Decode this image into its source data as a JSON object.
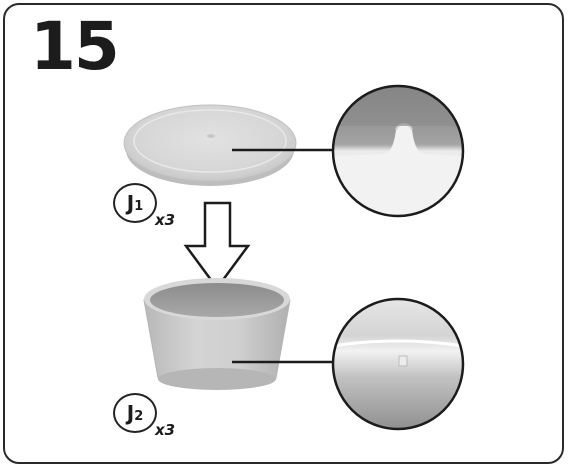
{
  "step": {
    "number": "15"
  },
  "parts": [
    {
      "letter": "J",
      "subscript": "1",
      "quantity": "x3",
      "part": "lid"
    },
    {
      "letter": "J",
      "subscript": "2",
      "quantity": "x3",
      "part": "bowl"
    }
  ],
  "colors": {
    "border": "#2a2a2a",
    "part_gray": "#cfcfcf",
    "text": "#1c1c1c"
  }
}
